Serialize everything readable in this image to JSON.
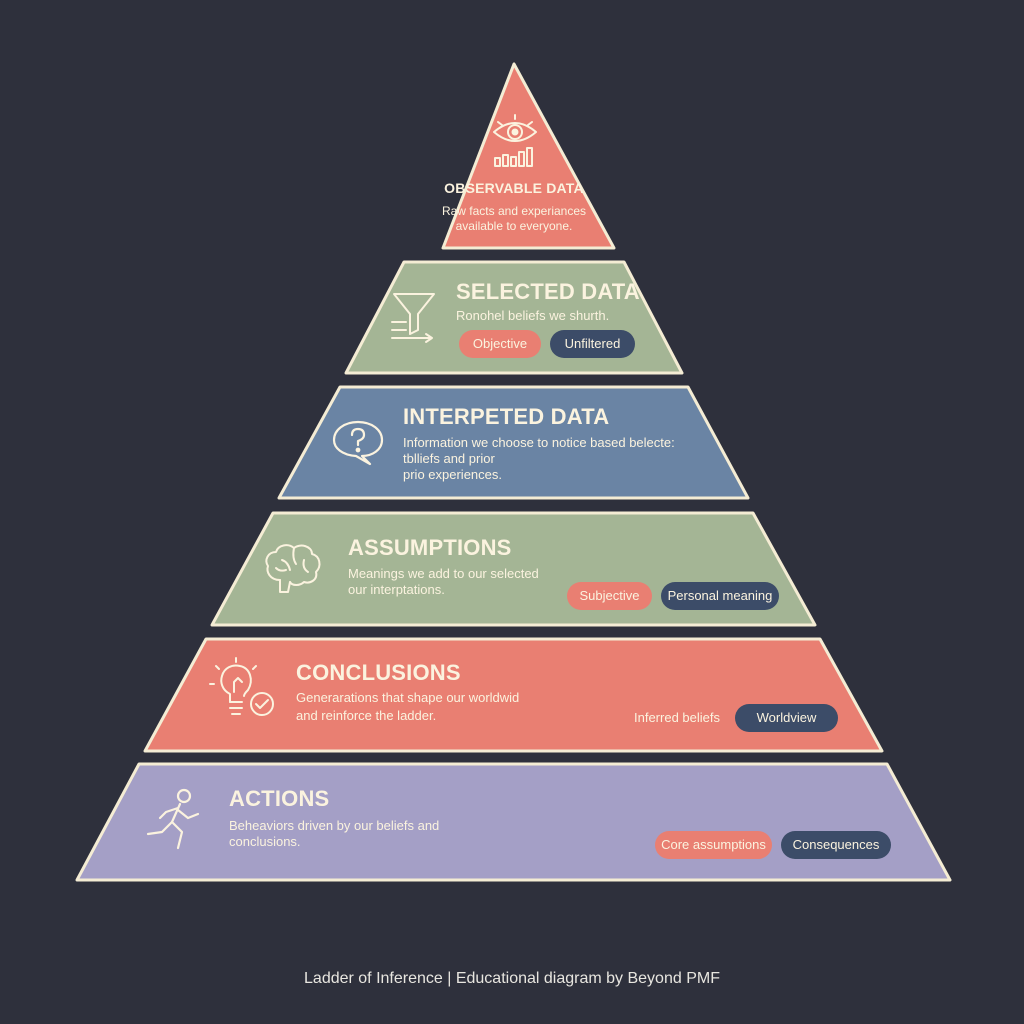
{
  "colors": {
    "background": "#2e303c",
    "border": "#f4ecd4",
    "coral": "#e97f72",
    "sage": "#a4b595",
    "blue": "#6a84a4",
    "lavender": "#a49fc6",
    "navy": "#3c4c68",
    "text": "#fbf3df"
  },
  "levels": [
    {
      "id": "observable",
      "icon": "eye-chart-icon",
      "title": "OBSERVABLE DATA",
      "description": [
        "Raw facts and experiances",
        "available to everyone."
      ],
      "tags": []
    },
    {
      "id": "selected",
      "icon": "funnel-icon",
      "title": "SELECTED DATA",
      "description": [
        "Ronohel beliefs we shurth."
      ],
      "tags": [
        {
          "label": "Objective",
          "style": "coral"
        },
        {
          "label": "Unfiltered",
          "style": "navy"
        }
      ]
    },
    {
      "id": "interpreted",
      "icon": "question-bubble-icon",
      "title": "INTERPETED DATA",
      "description": [
        "Information we choose to notice based belecte:",
        "tblliefs and prior",
        "prio experiences."
      ],
      "tags": []
    },
    {
      "id": "assumptions",
      "icon": "brain-icon",
      "title": "ASSUMPTIONS",
      "description": [
        "Meanings we add to our selected",
        "our interptations."
      ],
      "tags": [
        {
          "label": "Subjective",
          "style": "coral"
        },
        {
          "label": "Personal meaning",
          "style": "navy"
        }
      ]
    },
    {
      "id": "conclusions",
      "icon": "lightbulb-check-icon",
      "title": "CONCLUSIONS",
      "description": [
        "Generarations that shape our worldwid",
        "and reinforce the ladder."
      ],
      "tags": [
        {
          "label": "Inferred beliefs",
          "style": "plain"
        },
        {
          "label": "Worldview",
          "style": "navy"
        }
      ]
    },
    {
      "id": "actions",
      "icon": "running-person-icon",
      "title": "ACTIONS",
      "description": [
        "Beheaviors driven by our beliefs and",
        "conclusions."
      ],
      "tags": [
        {
          "label": "Core assumptions",
          "style": "coral"
        },
        {
          "label": "Consequences",
          "style": "navy"
        }
      ]
    }
  ],
  "footer": "Ladder of Inference | Educational diagram by Beyond PMF"
}
